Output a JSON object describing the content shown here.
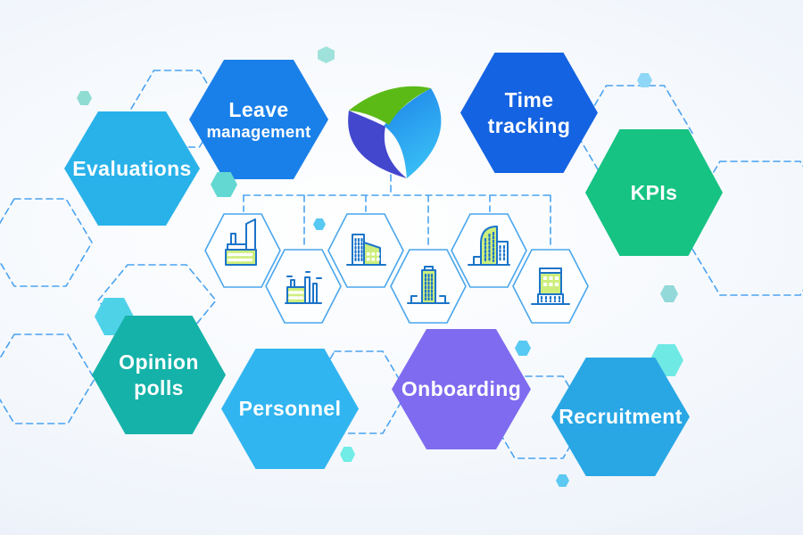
{
  "title": "HR modules hexagon infographic",
  "hexagons": [
    {
      "id": "evaluations",
      "label": "Evaluations",
      "color": "#29b2ea"
    },
    {
      "id": "leave-management",
      "label": "Leave",
      "label2": "management",
      "color": "#1a80e9"
    },
    {
      "id": "time-tracking",
      "label": "Time",
      "label2": "tracking",
      "color": "#1463e2"
    },
    {
      "id": "kpis",
      "label": "KPIs",
      "color": "#16c383"
    },
    {
      "id": "opinion-polls",
      "label": "Opinion",
      "label2": "polls",
      "color": "#15b2a9"
    },
    {
      "id": "personnel",
      "label": "Personnel",
      "color": "#31b5f1"
    },
    {
      "id": "onboarding",
      "label": "Onboarding",
      "color": "#7e6bf0"
    },
    {
      "id": "recruitment",
      "label": "Recruitment",
      "color": "#29a7e5"
    }
  ],
  "logo": {
    "name": "triangle-logo",
    "green": "#5cba17",
    "indigo": "#4347ce",
    "blue": "#1e82e9",
    "blue_light": "#38bdf5"
  },
  "building_icons": [
    "factory-flag-icon",
    "factory-chimneys-icon",
    "tower-annex-icon",
    "highrise-icon",
    "curved-tower-icon",
    "office-columns-icon"
  ],
  "decor": {
    "dash_color": "#4ba3f0",
    "cell_outline": "#49a6ec",
    "icon_stroke": "#1b74c8",
    "icon_fill": "#cdee7d",
    "small_hexagons": [
      {
        "id": "d1",
        "color": "#8fdcd3"
      },
      {
        "id": "d2",
        "color": "#9fe2db"
      },
      {
        "id": "d3",
        "color": "#8ed7f7"
      },
      {
        "id": "d4",
        "color": "#63d8d2"
      },
      {
        "id": "d5",
        "color": "#56c8f1"
      },
      {
        "id": "d6",
        "color": "#4ed2e8"
      },
      {
        "id": "d7",
        "color": "#71ece6"
      },
      {
        "id": "d8",
        "color": "#58c9f2"
      },
      {
        "id": "d9",
        "color": "#93d9d9"
      },
      {
        "id": "d10",
        "color": "#6fe9e4"
      },
      {
        "id": "d11",
        "color": "#5bc9f2"
      }
    ],
    "background": {
      "center": "#ffffff",
      "mid": "#f3f7fc",
      "edge": "#e6ecf7"
    }
  }
}
